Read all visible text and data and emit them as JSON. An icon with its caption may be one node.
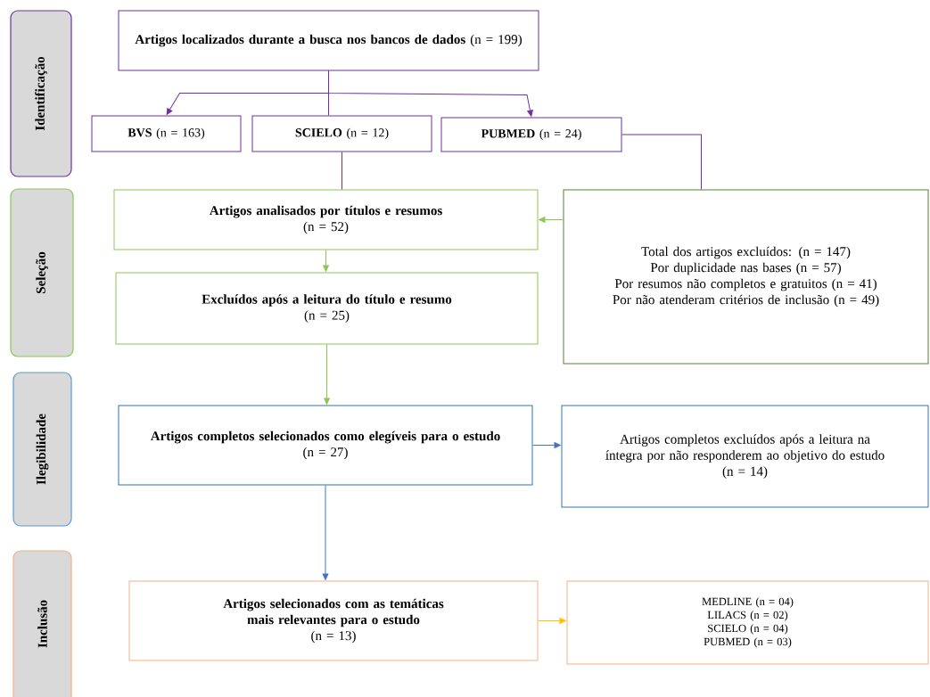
{
  "diagram": {
    "nodes": [
      {
        "text": [
          "Identificação"
        ]
      },
      {
        "text": [
          "Seleção"
        ]
      },
      {
        "text": [
          "Ilegibilidade"
        ]
      },
      {
        "text": [
          "Inclusão"
        ]
      },
      {
        "text": [
          "**Artigos localizados durante a busca nos bancos de dados** (n = 199)"
        ]
      },
      {
        "text": [
          "**BVS** (n = 163)"
        ]
      },
      {
        "text": [
          "**SCIELO** (n = 12)"
        ]
      },
      {
        "text": [
          "**PUBMED** (n = 24)"
        ]
      },
      {
        "text": [
          "Artigos analisados por títulos e resumos",
          "(n = 52)"
        ]
      },
      {
        "text": [
          "Total dos artigos excluídos: (n = 147)",
          "Por duplicidade nas bases (n = 57)",
          "Por resumos não completos e gratuitos (n = 41)",
          "Por não atenderam critérios de inclusão (n = 49)"
        ]
      },
      {
        "text": [
          "Excluídos após a leitura do título e resumo",
          "(n = 25)"
        ]
      },
      {
        "text": [
          "Artigos completos selecionados como elegíveis para o estudo",
          "(n = 27)"
        ]
      },
      {
        "text": [
          "Artigos completos excluídos após a leitura na íntegra por não responderem ao objetivo do estudo",
          "(n = 14)"
        ]
      },
      {
        "text": [
          "Artigos selecionados com as temáticas mais relevantes para o estudo",
          "(n = 13)"
        ]
      },
      {
        "text": [
          "MEDLINE (n = 04)",
          "LILACS (n = 02)",
          "SCIELO (n = 04)",
          "PUBMED (n = 03)"
        ]
      }
    ],
    "edges": [
      {
        "from": 4,
        "to": 5,
        "arrow": "to"
      },
      {
        "from": 4,
        "to": 6,
        "arrow": "none"
      },
      {
        "from": 4,
        "to": 7,
        "arrow": "to"
      },
      {
        "from": 6,
        "to": 8,
        "arrow": "none"
      },
      {
        "from": 7,
        "to": 9,
        "arrow": "none"
      },
      {
        "from": 9,
        "to": 8,
        "arrow": "to",
        "color": "#8dc653"
      },
      {
        "from": 8,
        "to": 10,
        "arrow": "to",
        "color": "#8dc653"
      },
      {
        "from": 10,
        "to": 11,
        "arrow": "to",
        "color": "#8dc653"
      },
      {
        "from": 11,
        "to": 12,
        "arrow": "to",
        "color": "#4472c4"
      },
      {
        "from": 11,
        "to": 13,
        "arrow": "to",
        "color": "#4472c4"
      },
      {
        "from": 13,
        "to": 14,
        "arrow": "to",
        "color": "#ffc000"
      }
    ]
  }
}
